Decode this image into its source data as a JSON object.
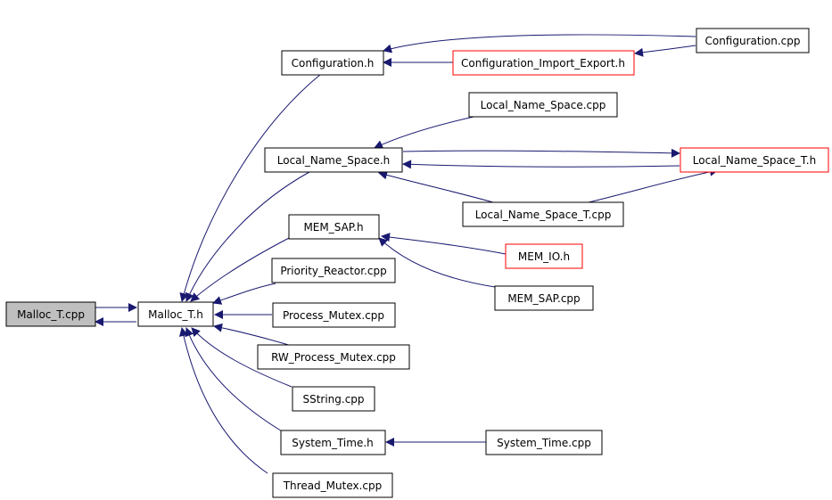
{
  "colors": {
    "edge": "#191970",
    "border_default": "#000000",
    "border_truncated": "#ff0000",
    "fill_current": "#bfbfbf",
    "fill_default": "#ffffff"
  },
  "nodes": {
    "malloc_t_cpp": "Malloc_T.cpp",
    "malloc_t_h": "Malloc_T.h",
    "configuration_h": "Configuration.h",
    "configuration_import_export_h": "Configuration_Import_Export.h",
    "configuration_cpp": "Configuration.cpp",
    "local_name_space_cpp": "Local_Name_Space.cpp",
    "local_name_space_h": "Local_Name_Space.h",
    "local_name_space_t_h": "Local_Name_Space_T.h",
    "local_name_space_t_cpp": "Local_Name_Space_T.cpp",
    "mem_sap_h": "MEM_SAP.h",
    "mem_io_h": "MEM_IO.h",
    "mem_sap_cpp": "MEM_SAP.cpp",
    "priority_reactor_cpp": "Priority_Reactor.cpp",
    "process_mutex_cpp": "Process_Mutex.cpp",
    "rw_process_mutex_cpp": "RW_Process_Mutex.cpp",
    "sstring_cpp": "SString.cpp",
    "system_time_h": "System_Time.h",
    "system_time_cpp": "System_Time.cpp",
    "thread_mutex_cpp": "Thread_Mutex.cpp"
  }
}
